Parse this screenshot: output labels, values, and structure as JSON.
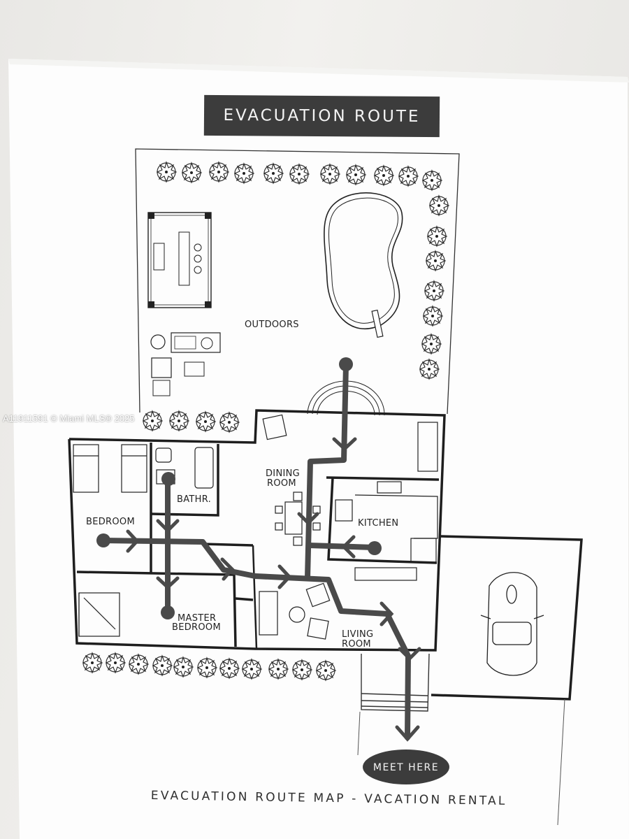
{
  "title": "EVACUATION ROUTE",
  "footer": "EVACUATION ROUTE MAP - VACATION RENTAL",
  "watermark": "A11911591 © Miami MLS® 2025",
  "rooms": {
    "outdoors": "OUTDOORS",
    "dining_room_line1": "DINING",
    "dining_room_line2": "ROOM",
    "kitchen": "KITCHEN",
    "bathroom": "BATHR.",
    "bedroom": "BEDROOM",
    "master_bedroom_line1": "MASTER",
    "master_bedroom_line2": "BEDROOM",
    "living_room_line1": "LIVING",
    "living_room_line2": "ROOM"
  },
  "meet_point": "MEET HERE",
  "colors": {
    "route": "#4a4a4a",
    "wall": "#1e1e1e",
    "title_bg": "#3c3c3c"
  },
  "icons": [
    "tree-icon",
    "pool-icon",
    "car-icon",
    "bed-icon",
    "sofa-icon",
    "dining-table-icon"
  ]
}
